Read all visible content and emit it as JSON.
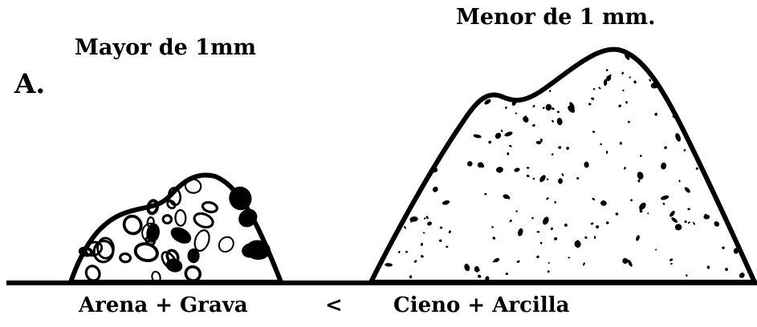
{
  "figure": {
    "panel_letter": "A.",
    "left_pile_label": "Mayor de 1mm",
    "right_pile_label": "Menor de 1 mm.",
    "bottom_left_label": "Arena + Grava",
    "comparison_symbol": "<",
    "bottom_right_label": "Cieno + Arcilla"
  },
  "colors": {
    "ink": "#000000",
    "background": "#ffffff"
  }
}
